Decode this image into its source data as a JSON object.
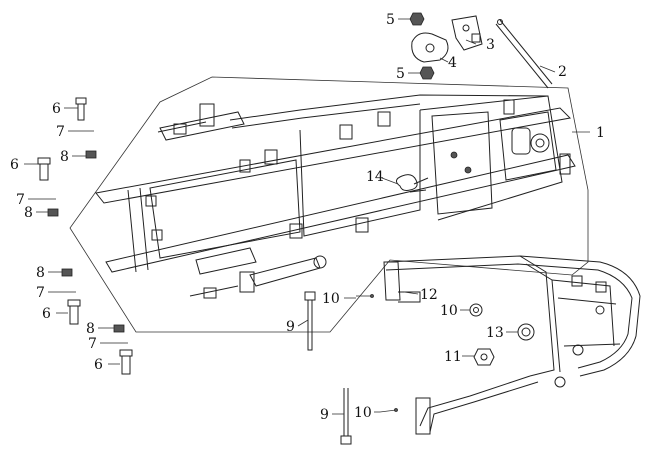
{
  "diagram": {
    "callouts": [
      {
        "id": "c1",
        "text": "1"
      },
      {
        "id": "c2",
        "text": "2"
      },
      {
        "id": "c3",
        "text": "3"
      },
      {
        "id": "c4",
        "text": "4"
      },
      {
        "id": "c5a",
        "text": "5"
      },
      {
        "id": "c5b",
        "text": "5"
      },
      {
        "id": "c6a",
        "text": "6"
      },
      {
        "id": "c6b",
        "text": "6"
      },
      {
        "id": "c6c",
        "text": "6"
      },
      {
        "id": "c6d",
        "text": "6"
      },
      {
        "id": "c7a",
        "text": "7"
      },
      {
        "id": "c7b",
        "text": "7"
      },
      {
        "id": "c7c",
        "text": "7"
      },
      {
        "id": "c7d",
        "text": "7"
      },
      {
        "id": "c8a",
        "text": "8"
      },
      {
        "id": "c8b",
        "text": "8"
      },
      {
        "id": "c8c",
        "text": "8"
      },
      {
        "id": "c8d",
        "text": "8"
      },
      {
        "id": "c9a",
        "text": "9"
      },
      {
        "id": "c9b",
        "text": "9"
      },
      {
        "id": "c10a",
        "text": "10"
      },
      {
        "id": "c10b",
        "text": "10"
      },
      {
        "id": "c10c",
        "text": "10"
      },
      {
        "id": "c11",
        "text": "11"
      },
      {
        "id": "c12",
        "text": "12"
      },
      {
        "id": "c13",
        "text": "13"
      },
      {
        "id": "c14",
        "text": "14"
      }
    ]
  }
}
